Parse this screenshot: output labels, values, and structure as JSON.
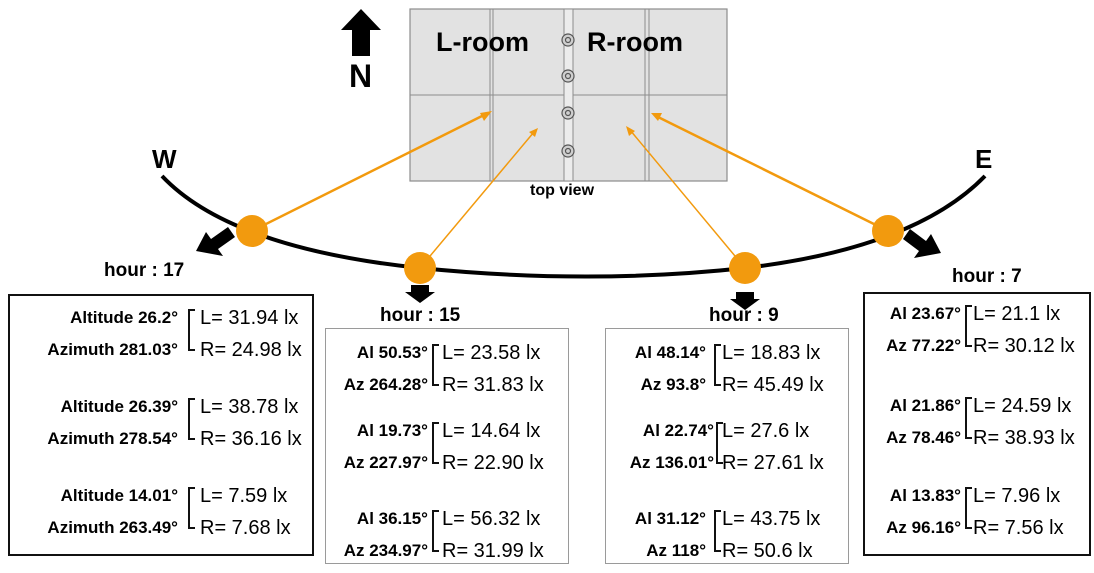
{
  "north_label": "N",
  "west_label": "W",
  "east_label": "E",
  "top_view": {
    "left_room": "L-room",
    "right_room": "R-room",
    "caption": "top view"
  },
  "colors": {
    "sun": "#f29a0e",
    "arrow": "#f29a0e",
    "room_fill": "#e2e2e2"
  },
  "panels": [
    {
      "id": "hour17",
      "hour_label": "hour : 17",
      "box_style": "heavy",
      "entries": [
        {
          "line1": "Altitude 26.2°",
          "line2": "Azimuth 281.03°",
          "L": "L= 31.94 lx",
          "R": "R= 24.98 lx"
        },
        {
          "line1": "Altitude 26.39°",
          "line2": "Azimuth 278.54°",
          "L": "L= 38.78 lx",
          "R": "R= 36.16 lx"
        },
        {
          "line1": "Altitude 14.01°",
          "line2": "Azimuth 263.49°",
          "L": "L= 7.59 lx",
          "R": "R= 7.68 lx"
        }
      ]
    },
    {
      "id": "hour15",
      "hour_label": "hour : 15",
      "box_style": "light",
      "entries": [
        {
          "line1": "Al 50.53°",
          "line2": "Az 264.28°",
          "L": "L= 23.58 lx",
          "R": "R= 31.83 lx"
        },
        {
          "line1": "Al 19.73°",
          "line2": "Az 227.97°",
          "L": "L= 14.64 lx",
          "R": "R= 22.90 lx"
        },
        {
          "line1": "Al 36.15°",
          "line2": "Az 234.97°",
          "L": "L= 56.32 lx",
          "R": "R= 31.99 lx"
        }
      ]
    },
    {
      "id": "hour9",
      "hour_label": "hour : 9",
      "box_style": "light",
      "entries": [
        {
          "line1": "Al 48.14°",
          "line2": "Az 93.8°",
          "L": "L= 18.83 lx",
          "R": "R= 45.49 lx"
        },
        {
          "line1": "Al 22.74°",
          "line2": "Az 136.01°",
          "L": "L= 27.6 lx",
          "R": "R= 27.61 lx"
        },
        {
          "line1": "Al 31.12°",
          "line2": "Az 118°",
          "L": "L= 43.75 lx",
          "R": "R= 50.6 lx"
        }
      ]
    },
    {
      "id": "hour7",
      "hour_label": "hour : 7",
      "box_style": "heavy",
      "entries": [
        {
          "line1": "Al 23.67°",
          "line2": "Az 77.22°",
          "L": "L= 21.1 lx",
          "R": "R= 30.12 lx"
        },
        {
          "line1": "Al 21.86°",
          "line2": "Az 78.46°",
          "L": "L= 24.59 lx",
          "R": "R= 38.93 lx"
        },
        {
          "line1": "Al 13.83°",
          "line2": "Az 96.16°",
          "L": "L= 7.96 lx",
          "R": "R= 7.56 lx"
        }
      ]
    }
  ]
}
